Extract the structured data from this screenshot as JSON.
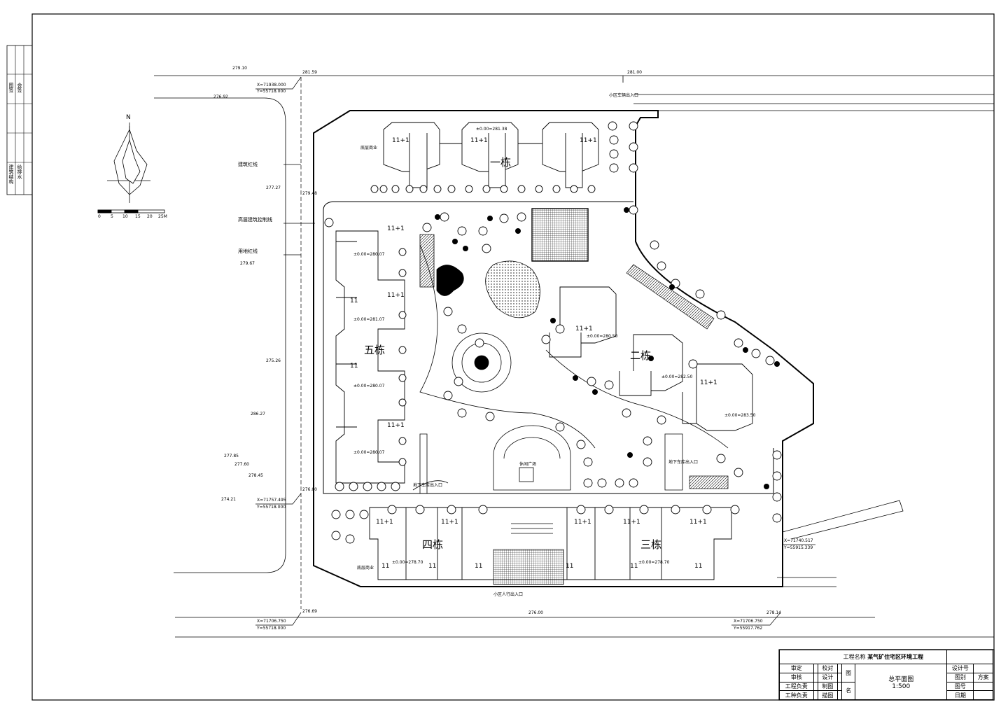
{
  "sheet": {
    "project_label": "工程名称",
    "project_name": "某气矿住宅区环境工程",
    "drawing_name": "总平面图",
    "scale": "1:500",
    "drawing_name_label_top": "图",
    "drawing_name_label_bottom": "名",
    "roles": [
      {
        "left": "审定",
        "mid": "校对"
      },
      {
        "left": "审核",
        "mid": "设计"
      },
      {
        "left": "工程负责",
        "mid": "制图"
      },
      {
        "left": "工种负责",
        "mid": "描图"
      }
    ],
    "right_fields": [
      {
        "label": "设计号",
        "value": ""
      },
      {
        "label": "图别",
        "value": "方案"
      },
      {
        "label": "图号",
        "value": ""
      },
      {
        "label": "日期",
        "value": ""
      }
    ],
    "left_strip": [
      "图签",
      "会签",
      "建筑结构",
      "给排水"
    ]
  },
  "north": {
    "letter": "N",
    "scale_ticks": [
      "0",
      "5",
      "10",
      "15",
      "20",
      "25M"
    ]
  },
  "legend_lines": [
    {
      "label": "建筑红线"
    },
    {
      "label": "高层建筑控制线"
    },
    {
      "label": "用地红线"
    }
  ],
  "buildings": {
    "towers": [
      "11+1",
      "11+1",
      "11+1"
    ],
    "tower_level": "±0.00=281.38",
    "block_one": "一栋",
    "block_two": "二栋",
    "block_three": "三栋",
    "block_four": "四栋",
    "block_five": "五栋",
    "west_units": [
      "11+1",
      "11",
      "11+1",
      "11",
      "11+1"
    ],
    "west_levels": [
      "±0.00=280.07",
      "±0.00=281.07",
      "±0.00=280.07",
      "±0.00=280.07"
    ],
    "south_units": [
      "11+1",
      "11+1",
      "11+1",
      "11+1",
      "11+1"
    ],
    "south_lower": [
      "11",
      "11",
      "11",
      "11",
      "11",
      "11"
    ],
    "south_levels": [
      "±0.00=278.70",
      "±0.00=278.70"
    ],
    "east_units": [
      "11+1",
      "11+1"
    ],
    "east_levels": [
      "±0.00=280.50",
      "±0.00=282.50",
      "±0.00=283.50"
    ]
  },
  "coords": [
    {
      "x": "X=71938.000",
      "y": "Y=55718.000"
    },
    {
      "x": "X=71757.495",
      "y": "Y=55718.000"
    },
    {
      "x": "X=71706.750",
      "y": "Y=55718.000"
    },
    {
      "x": "X=71706.750",
      "y": "Y=55917.762"
    },
    {
      "x": "X=71740.517",
      "y": "Y=55915.339"
    }
  ],
  "site_labels": {
    "north_entrance": "小区车辆出入口",
    "south_entrance": "小区人行出入口",
    "plaza": "休闲广场",
    "shops_nw": "底层商业",
    "shops_sw": "底层商业",
    "garage_left": "地下车库出入口",
    "garage_right": "地下车库出入口"
  },
  "elevations": [
    "281.59",
    "281.00",
    "279.48",
    "276.00",
    "276.69",
    "276.00",
    "278.14",
    "279.10",
    "276.92",
    "277.27",
    "279.67",
    "275.26",
    "286.27",
    "277.85",
    "277.60",
    "278.45",
    "274.21"
  ]
}
